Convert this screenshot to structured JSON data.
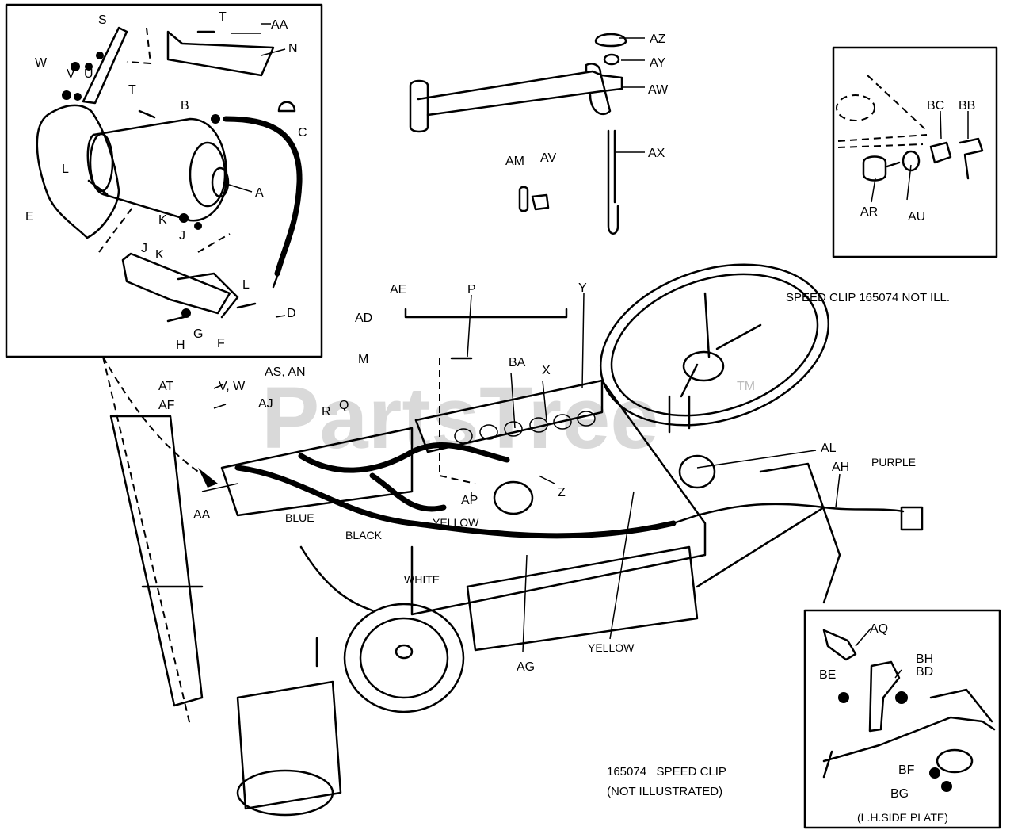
{
  "watermark": "PartsTree",
  "trademark": "TM",
  "notes": {
    "speed_clip_top": "SPEED CLIP 165074 NOT ILL.",
    "speed_clip_line1": "165074   SPEED CLIP",
    "speed_clip_line2": "(NOT ILLUSTRATED)",
    "side_plate": "(L.H.SIDE PLATE)"
  },
  "wire_colors": {
    "purple": "PURPLE",
    "blue": "BLUE",
    "black": "BLACK",
    "yellow_mid": "YELLOW",
    "white": "WHITE",
    "yellow_low": "YELLOW"
  },
  "callouts": {
    "s": "S",
    "t_top": "T",
    "aa_top": "AA",
    "n": "N",
    "w": "W",
    "v": "V",
    "u": "U",
    "t_mid": "T",
    "b": "B",
    "c": "C",
    "e": "E",
    "l_left": "L",
    "a": "A",
    "k_upper": "K",
    "j_upper": "J",
    "j_lower": "J",
    "k_lower": "K",
    "l_right": "L",
    "d": "D",
    "g": "G",
    "h": "H",
    "f": "F",
    "az": "AZ",
    "ay": "AY",
    "aw": "AW",
    "ax": "AX",
    "am": "AM",
    "av": "AV",
    "bc": "BC",
    "bb": "BB",
    "ar": "AR",
    "au": "AU",
    "ae": "AE",
    "p": "P",
    "y": "Y",
    "ad": "AD",
    "m": "M",
    "ba": "BA",
    "x": "X",
    "at": "AT",
    "vw": "V, W",
    "asan": "AS, AN",
    "aj": "AJ",
    "af": "AF",
    "r": "R",
    "q": "Q",
    "al": "AL",
    "ah": "AH",
    "z": "Z",
    "ap": "AP",
    "aa_bottom": "AA",
    "ag": "AG",
    "aq": "AQ",
    "bh": "BH",
    "bd": "BD",
    "be": "BE",
    "bf": "BF",
    "bg": "BG"
  }
}
